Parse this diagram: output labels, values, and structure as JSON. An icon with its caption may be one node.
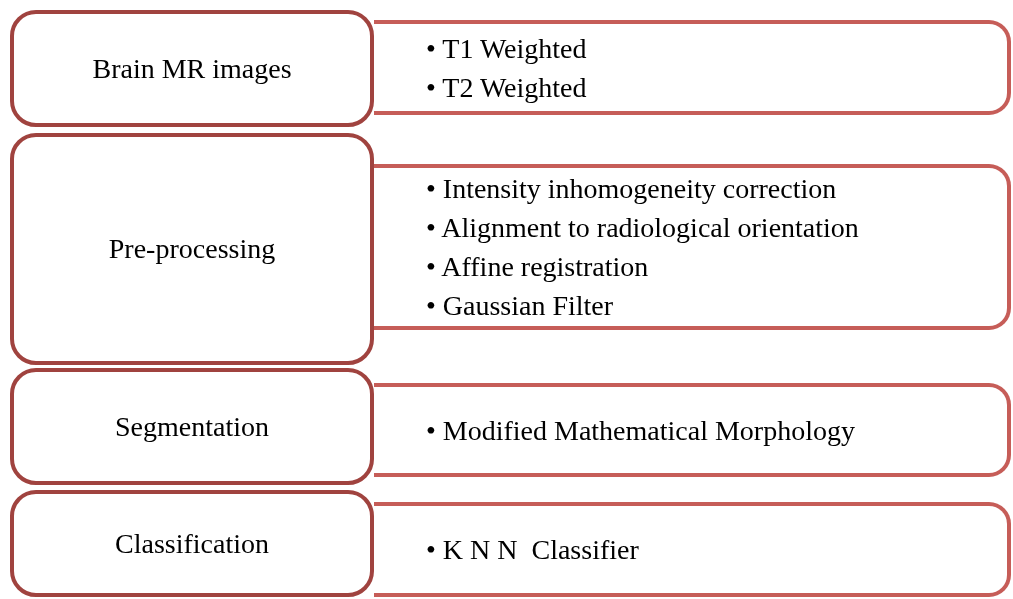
{
  "diagram": {
    "nodes": [
      {
        "text": [
          "Brain MR images"
        ]
      },
      {
        "text": [
          "• T1 Weighted",
          "• T2 Weighted"
        ]
      },
      {
        "text": [
          "Pre-processing"
        ]
      },
      {
        "text": [
          "• Intensity inhomogeneity correction",
          "• Alignment to radiological orientation",
          "• Affine registration",
          "• Gaussian Filter"
        ]
      },
      {
        "text": [
          "Segmentation"
        ]
      },
      {
        "text": [
          "• Modified Mathematical Morphology"
        ]
      },
      {
        "text": [
          "Classification"
        ]
      },
      {
        "text": [
          "• K N N  Classifier"
        ]
      }
    ]
  }
}
